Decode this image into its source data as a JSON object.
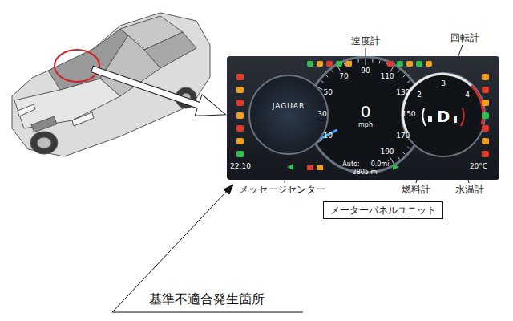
{
  "diagram": {
    "nodes": [
      {
        "text": [
          "22:10",
          "10",
          "30",
          "50",
          "70",
          "90",
          "110",
          "130",
          "150",
          "170",
          "190",
          "0",
          "mph",
          "Auto:",
          "0.0mi",
          "2805 mi",
          "2",
          "3",
          "4",
          "D",
          "20°C"
        ]
      },
      {
        "text": [
          "JAGUAR"
        ],
        "in": 0
      },
      {
        "text": [
          "メーターパネルユニット"
        ]
      }
    ],
    "labels": [
      "速度計",
      "回転計",
      "メッセージセンター",
      "燃料計",
      "水温計",
      "基準不適合発生箇所"
    ]
  }
}
